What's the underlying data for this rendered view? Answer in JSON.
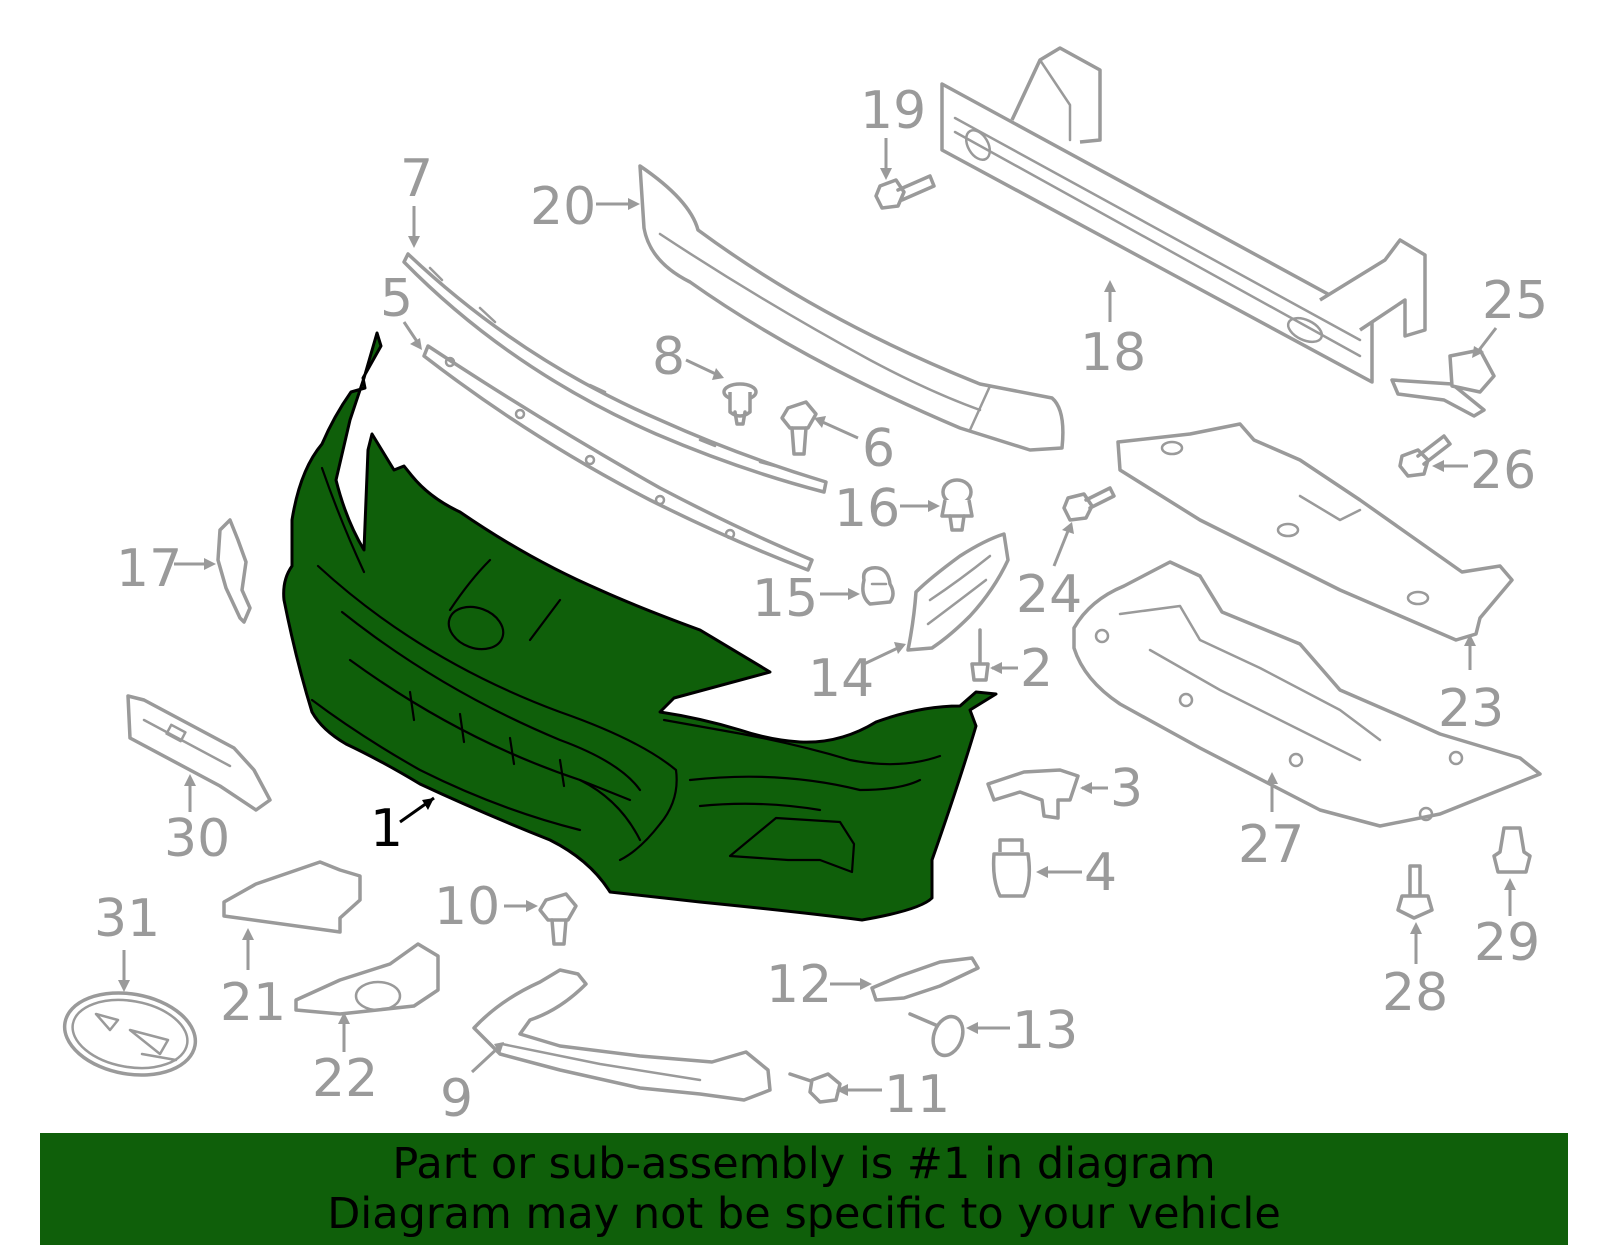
{
  "diagram": {
    "highlight_color": "#0f5f0a",
    "callouts": {
      "c1": "1",
      "c2": "2",
      "c3": "3",
      "c4": "4",
      "c5": "5",
      "c6": "6",
      "c7": "7",
      "c8": "8",
      "c9": "9",
      "c10": "10",
      "c11": "11",
      "c12": "12",
      "c13": "13",
      "c14": "14",
      "c15": "15",
      "c16": "16",
      "c17": "17",
      "c18": "18",
      "c19": "19",
      "c20": "20",
      "c21": "21",
      "c22": "22",
      "c23": "23",
      "c24": "24",
      "c25": "25",
      "c26": "26",
      "c27": "27",
      "c28": "28",
      "c29": "29",
      "c30": "30",
      "c31": "31"
    }
  },
  "banner": {
    "line1": "Part or sub-assembly is #1 in diagram",
    "line2": "Diagram may not be specific to your vehicle"
  }
}
